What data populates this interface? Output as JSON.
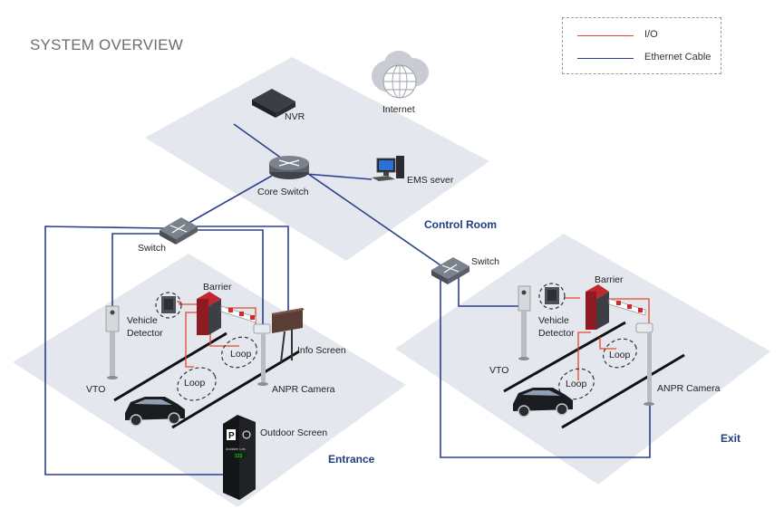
{
  "title": "SYSTEM OVERVIEW",
  "legend": {
    "io": {
      "label": "I/O",
      "color": "#e2492b"
    },
    "ethernet": {
      "label": "Ethernet Cable",
      "color": "#2b3f8f"
    }
  },
  "zones": {
    "control_room": "Control Room",
    "entrance": "Entrance",
    "exit": "Exit"
  },
  "devices": {
    "internet": "Internet",
    "nvr": "NVR",
    "core_switch": "Core Switch",
    "ems": "EMS sever",
    "entrance_switch": "Switch",
    "exit_switch": "Switch",
    "entrance_barrier": "Barrier",
    "exit_barrier": "Barrier",
    "entrance_vehicle_detector": "Vehicle\nDetector",
    "exit_vehicle_detector": "Vehicle\nDetector",
    "entrance_vto": "VTO",
    "exit_vto": "VTO",
    "entrance_loop_1": "Loop",
    "entrance_loop_2": "Loop",
    "exit_loop_1": "Loop",
    "exit_loop_2": "Loop",
    "info_screen": "Info Screen",
    "entrance_anpr": "ANPR Camera",
    "exit_anpr": "ANPR Camera",
    "outdoor_screen": "Outdoor Screen"
  },
  "outdoor_screen_display": {
    "p_mark": "P",
    "small_text": "Available Lots",
    "count": "123"
  }
}
